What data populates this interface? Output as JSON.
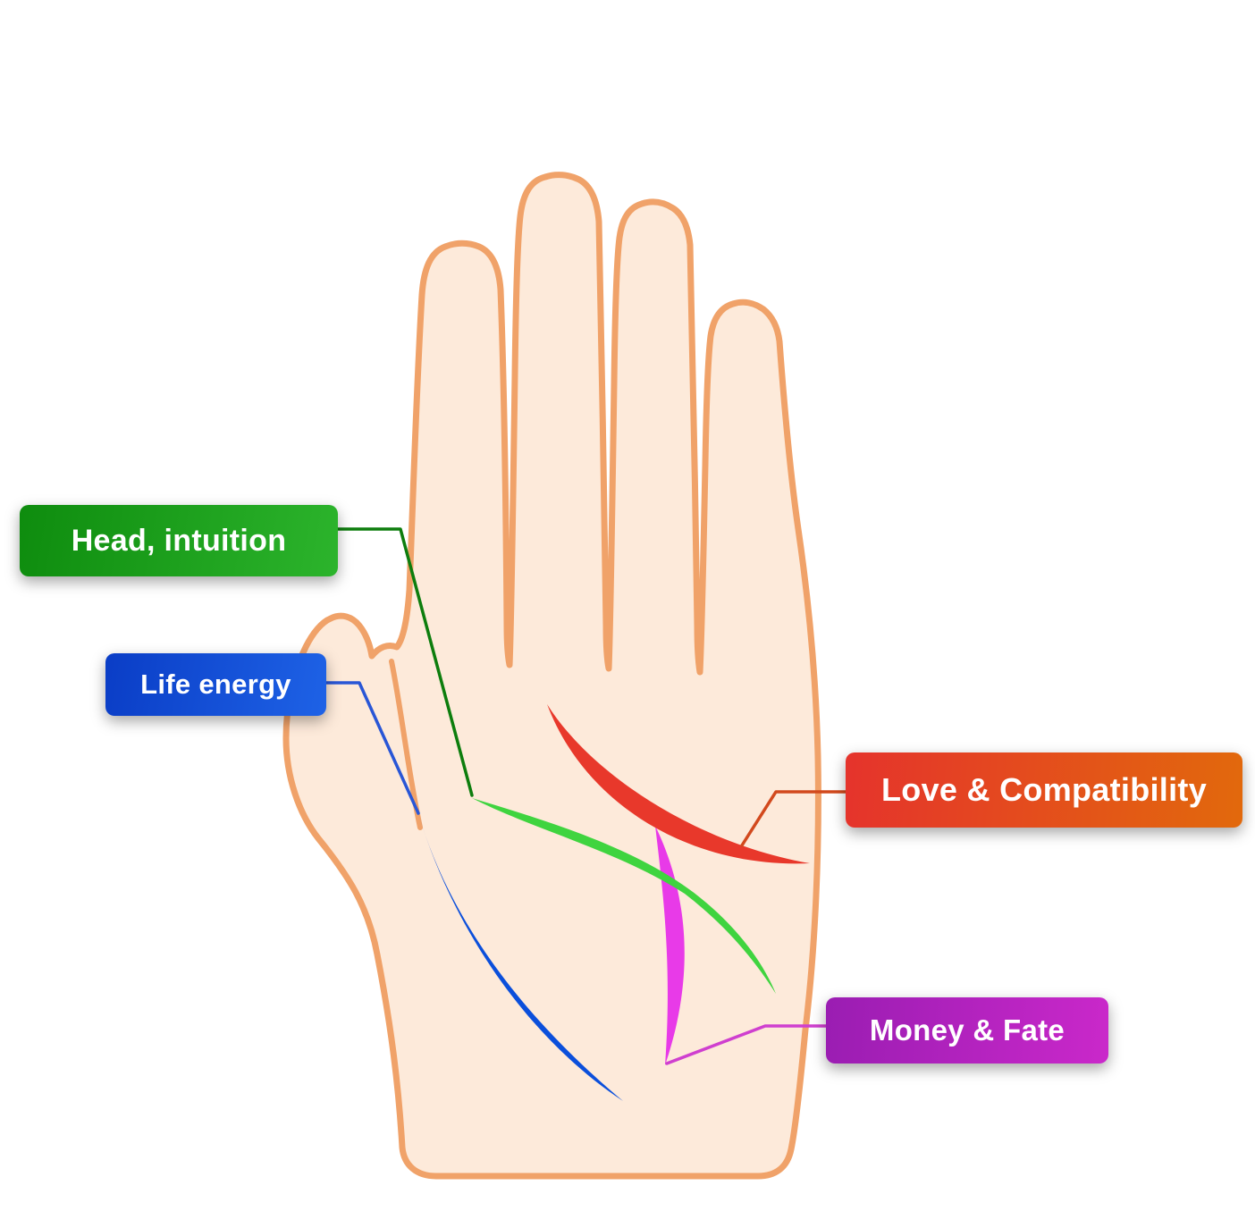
{
  "figure": {
    "type": "palmistry-hand-diagram",
    "background_color": "#ffffff"
  },
  "hand": {
    "skin_fill": "#fdeada",
    "outline_color": "#f0a269"
  },
  "labels": {
    "head": {
      "text": "Head, intuition",
      "gradient_from": "#0e8c0e",
      "gradient_to": "#2cb42c",
      "palm_line_color": "#3fd43f",
      "connector_color": "#0d7d0d"
    },
    "life": {
      "text": "Life energy",
      "gradient_from": "#0a3dc6",
      "gradient_to": "#1e62e6",
      "palm_line_color": "#0b4fdb",
      "connector_color": "#2956d6"
    },
    "love": {
      "text": "Love & Compatibility",
      "gradient_from": "#e5332c",
      "gradient_to": "#e2690c",
      "palm_line_color": "#e8382b",
      "connector_color": "#d2491d"
    },
    "money": {
      "text": "Money & Fate",
      "gradient_from": "#9a1db2",
      "gradient_to": "#ca28ca",
      "palm_line_color": "#e83ae8",
      "connector_color": "#cf3fcf"
    }
  }
}
